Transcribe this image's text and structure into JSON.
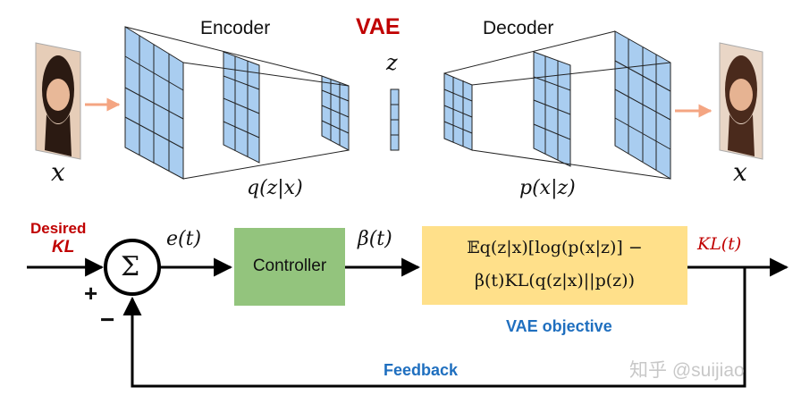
{
  "title": "VAE",
  "encoder_label": "Encoder",
  "decoder_label": "Decoder",
  "latent_label": "z",
  "input_label": "x",
  "output_label": "x",
  "encoder_dist": "q(z|x)",
  "decoder_dist": "p(x|z)",
  "desired_kl_line1": "Desired",
  "desired_kl_line2": "KL",
  "plus_sign": "+",
  "minus_sign": "−",
  "sum_symbol": "Σ",
  "error_label": "e(t)",
  "controller_label": "Controller",
  "beta_label": "β(t)",
  "objective_line1": "𝔼q(z|x)[log(p(x|z)] −",
  "objective_line2": "β(t)KL(q(z|x)||p(z))",
  "objective_caption": "VAE objective",
  "kl_output_label": "KL(t)",
  "feedback_label": "Feedback",
  "watermark": "知乎 @suijiao",
  "colors": {
    "title_red": "#c00000",
    "accent_blue": "#1f6fbf",
    "grid_fill": "#a9cdf0",
    "controller_fill": "#93c47d",
    "objective_fill": "#ffe08a",
    "input_arrow": "#f4a582"
  }
}
